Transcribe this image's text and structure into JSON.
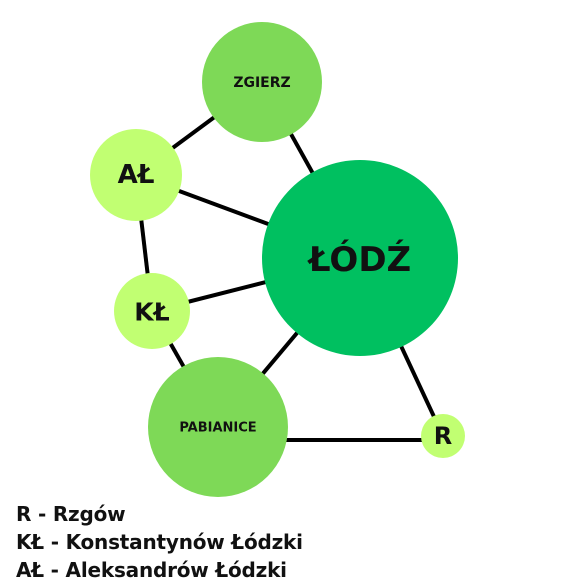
{
  "colors": {
    "dark_green": "#00c060",
    "mid_green": "#7ed957",
    "light_green": "#c1ff72",
    "edge": "#000000"
  },
  "nodes": {
    "zgierz": "ZGIERZ",
    "al": "AŁ",
    "lodz": "ŁÓDŹ",
    "kl": "KŁ",
    "pabianice": "PABIANICE",
    "r": "R"
  },
  "legend": [
    "R - Rzgów",
    "KŁ - Konstantynów Łódzki",
    "AŁ - Aleksandrów Łódzki"
  ]
}
